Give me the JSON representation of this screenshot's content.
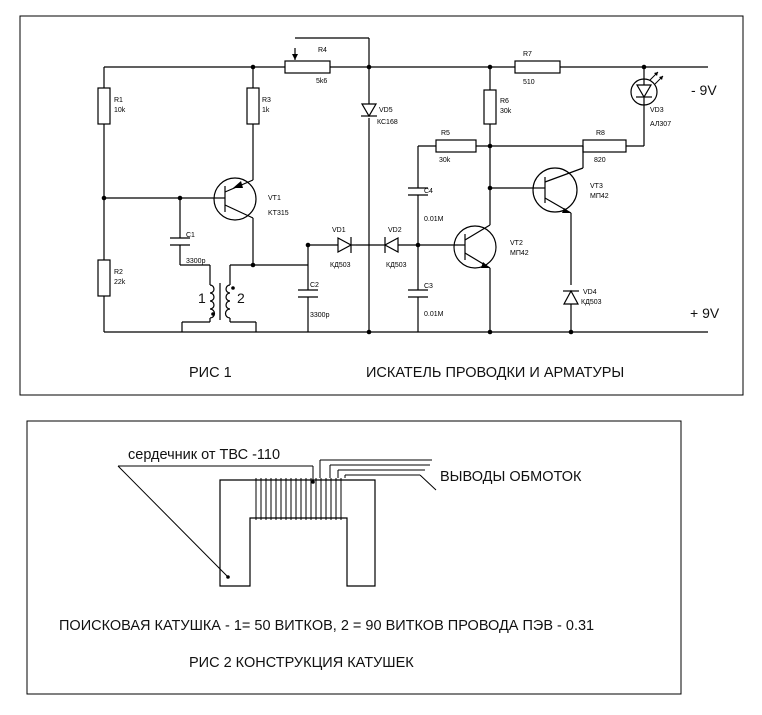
{
  "fig1": {
    "caption": "РИС 1",
    "title": "ИСКАТЕЛЬ ПРОВОДКИ И АРМАТУРЫ",
    "supply_neg": "- 9V",
    "supply_pos": "+ 9V",
    "coil_w1": "1",
    "coil_w2": "2",
    "parts": {
      "R1": {
        "ref": "R1",
        "val": "10k"
      },
      "R2": {
        "ref": "R2",
        "val": "22k"
      },
      "R3": {
        "ref": "R3",
        "val": "1k"
      },
      "R4": {
        "ref": "R4",
        "val": "5k6"
      },
      "R5": {
        "ref": "R5",
        "val": "30k"
      },
      "R6": {
        "ref": "R6",
        "val": "30k"
      },
      "R7": {
        "ref": "R7",
        "val": "510"
      },
      "R8": {
        "ref": "R8",
        "val": "820"
      },
      "C1": {
        "ref": "C1",
        "val": "3300p"
      },
      "C2": {
        "ref": "C2",
        "val": "3300p"
      },
      "C3": {
        "ref": "C3",
        "val": "0.01M"
      },
      "C4": {
        "ref": "C4",
        "val": "0.01M"
      },
      "VT1": {
        "ref": "VT1",
        "val": "KT315"
      },
      "VT2": {
        "ref": "VT2",
        "val": "МП42"
      },
      "VT3": {
        "ref": "VT3",
        "val": "МП42"
      },
      "VD1": {
        "ref": "VD1",
        "val": "КД503"
      },
      "VD2": {
        "ref": "VD2",
        "val": "КД503"
      },
      "VD3": {
        "ref": "VD3",
        "val": "АЛ307"
      },
      "VD4": {
        "ref": "VD4",
        "val": "КД503"
      },
      "VD5": {
        "ref": "VD5",
        "val": "КС168"
      }
    }
  },
  "fig2": {
    "core_label": "сердечник от ТВС -110",
    "leads_label": "ВЫВОДЫ ОБМОТОК",
    "spec": "ПОИСКОВАЯ КАТУШКА -  1= 50 ВИТКОВ, 2 = 90 ВИТКОВ ПРОВОДА ПЭВ - 0.31",
    "caption": "РИС 2  КОНСТРУКЦИЯ КАТУШЕК"
  }
}
